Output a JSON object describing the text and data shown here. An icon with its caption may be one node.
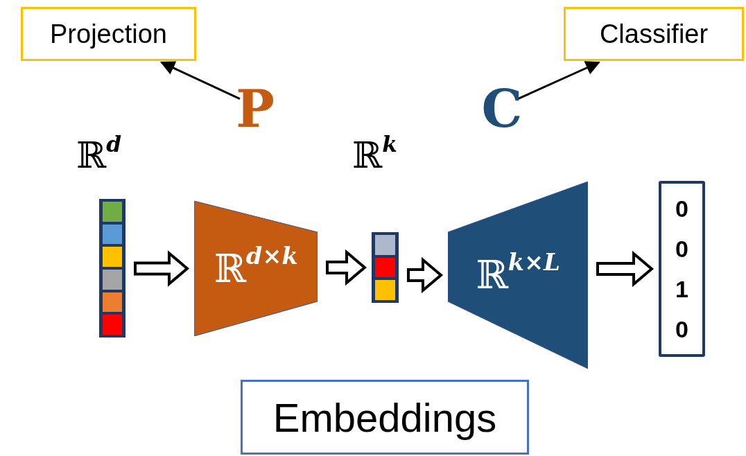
{
  "diagram": {
    "nodes": [
      {
        "text": [
          "Projection"
        ]
      },
      {
        "text": [
          "Classifier"
        ]
      },
      {
        "text": [
          "P"
        ]
      },
      {
        "text": [
          "C"
        ]
      },
      {
        "text": [],
        "shape": "bar",
        "beside": [
          "ℝ$^{d}$"
        ]
      },
      {
        "text": [
          "ℝ$^{d×k}$"
        ]
      },
      {
        "text": [],
        "shape": "bar",
        "beside": [
          "ℝ$^{k}$"
        ]
      },
      {
        "text": [
          "ℝ$^{k×L}$"
        ]
      },
      {
        "text": [
          "0 0 1 0"
        ]
      },
      {
        "text": [
          "Embeddings"
        ]
      }
    ],
    "edges": [
      {
        "from": 2,
        "to": 0,
        "arrow": "to"
      },
      {
        "from": 3,
        "to": 1,
        "arrow": "to"
      },
      {
        "from": 4,
        "to": 5,
        "arrow": "to"
      },
      {
        "from": 5,
        "to": 6,
        "arrow": "to"
      },
      {
        "from": 6,
        "to": 7,
        "arrow": "to"
      },
      {
        "from": 7,
        "to": 8,
        "arrow": "to"
      }
    ]
  }
}
